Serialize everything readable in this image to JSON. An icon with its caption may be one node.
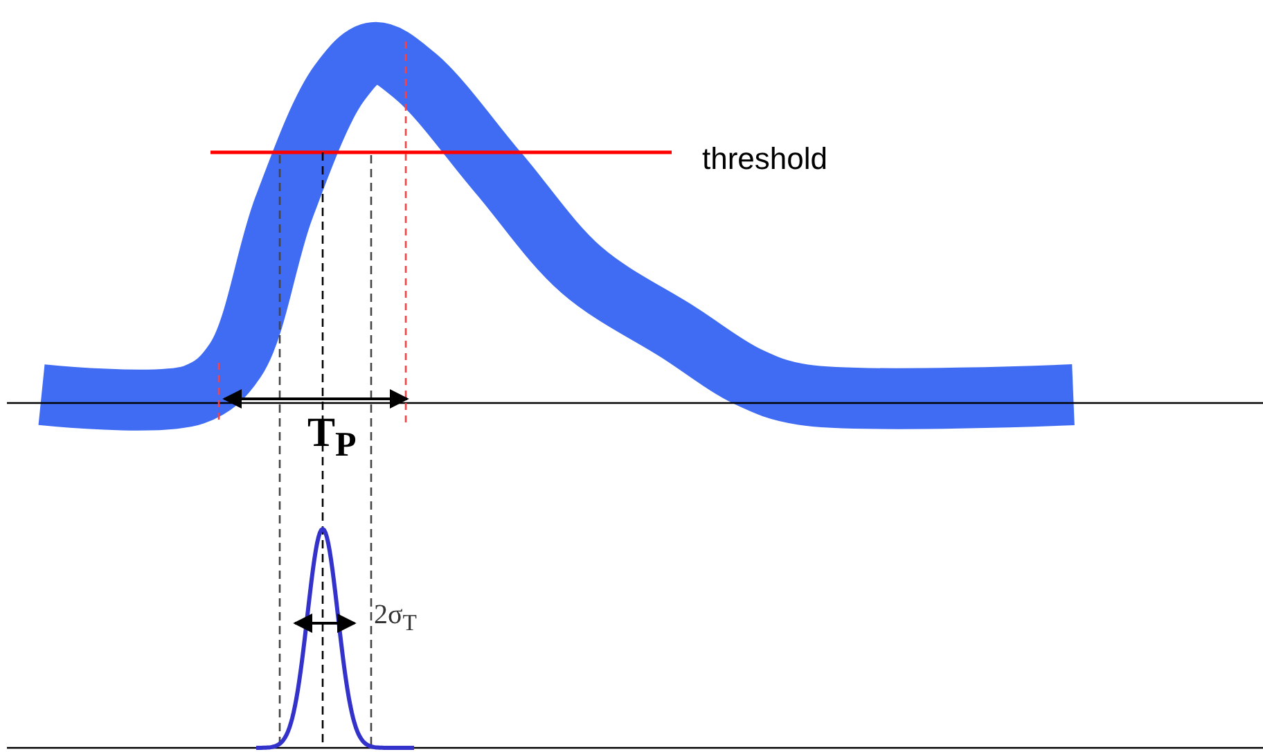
{
  "diagram": {
    "labels": [
      "threshold",
      "T$_{P}$",
      "2σ$_{T}$"
    ]
  }
}
